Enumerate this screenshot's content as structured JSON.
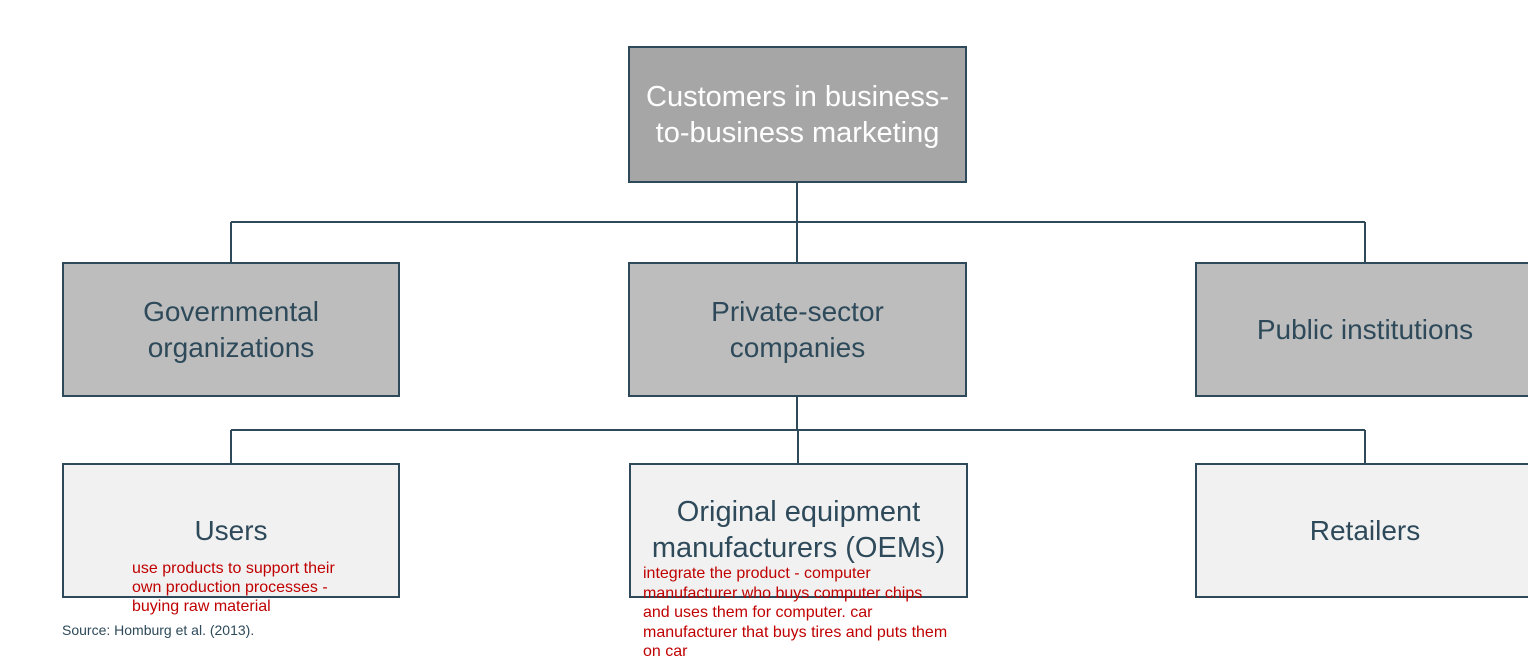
{
  "root": {
    "label": "Customers in business-to-business marketing"
  },
  "level1": [
    {
      "label": "Governmental organizations"
    },
    {
      "label": "Private-sector companies"
    },
    {
      "label": "Public institutions"
    }
  ],
  "level2": [
    {
      "label": "Users",
      "note": "use products to support their own production processes - buying raw material"
    },
    {
      "label": "Original equipment manufacturers (OEMs)",
      "note": "integrate the product - computer manufacturer who buys computer chips and uses them for computer. car manufacturer that buys tires and puts them on car"
    },
    {
      "label": "Retailers"
    }
  ],
  "source": "Source: Homburg et al. (2013).",
  "colors": {
    "line": "#2e4a5a",
    "root_fill": "#a6a6a6",
    "level1_fill": "#bdbdbd",
    "level2_fill": "#f1f1f1",
    "note_text": "#c00000"
  }
}
